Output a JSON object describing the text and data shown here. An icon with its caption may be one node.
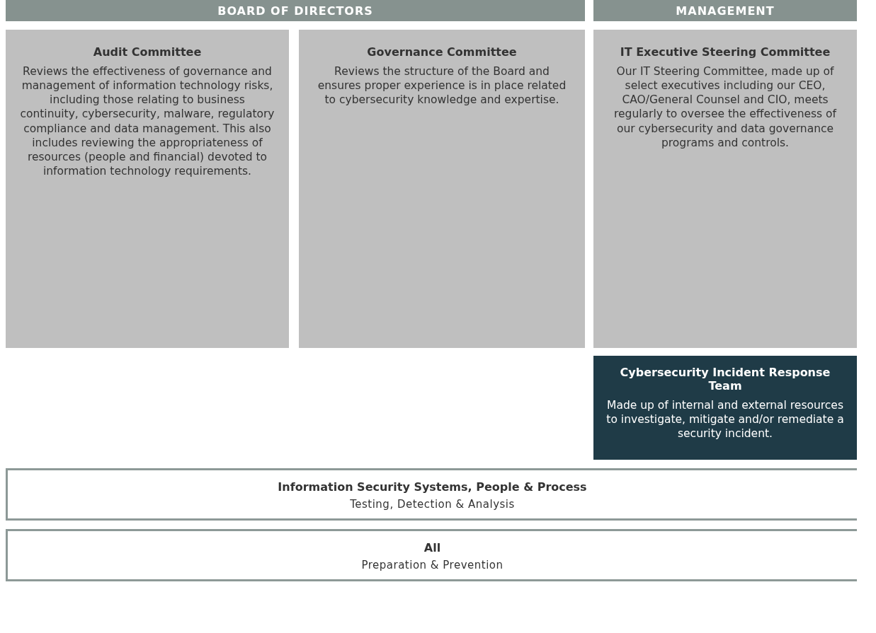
{
  "diagram": {
    "nodes": [
      {
        "text": [
          "BOARD OF DIRECTORS"
        ]
      },
      {
        "text": [
          "MANAGEMENT"
        ]
      },
      {
        "text": [
          "Audit Committee",
          "Reviews the effectiveness of governance and management of information technology risks, including those relating to business continuity, cybersecurity, malware, regulatory compliance and data management. This also includes reviewing the appropriateness of resources (people and financial) devoted to information technology requirements."
        ]
      },
      {
        "text": [
          "Governance Committee",
          "Reviews the structure of the Board and ensures proper experience is in place related to cybersecurity knowledge and expertise."
        ]
      },
      {
        "text": [
          "IT Executive Steering Committee",
          "Our IT Steering Committee, made up of select executives including our CEO, CAO/General Counsel and CIO, meets regularly to oversee the effectiveness of our cybersecurity and data governance programs and controls."
        ]
      },
      {
        "text": [
          "Cybersecurity Incident Response Team",
          "Made up of internal and external resources to investigate, mitigate and/or remediate a security incident."
        ]
      },
      {
        "text": [
          "Information Security Systems, People & Process",
          "Testing, Detection & Analysis"
        ]
      },
      {
        "text": [
          "All",
          "Preparation & Prevention"
        ]
      }
    ]
  }
}
